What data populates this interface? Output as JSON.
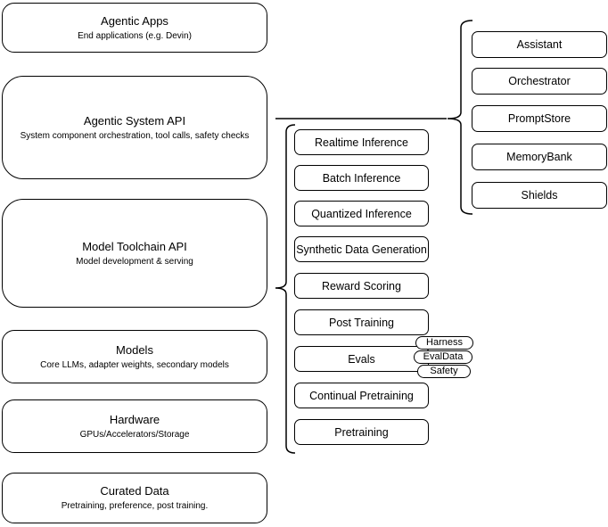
{
  "left_stack": [
    {
      "title": "Agentic Apps",
      "subtitle": "End applications (e.g. Devin)"
    },
    {
      "title": "Agentic System API",
      "subtitle": "System component orchestration, tool calls, safety checks"
    },
    {
      "title": "Model Toolchain API",
      "subtitle": "Model development & serving"
    },
    {
      "title": "Models",
      "subtitle": "Core LLMs, adapter weights, secondary models"
    },
    {
      "title": "Hardware",
      "subtitle": "GPUs/Accelerators/Storage"
    },
    {
      "title": "Curated Data",
      "subtitle": "Pretraining, preference, post training."
    }
  ],
  "toolchain": {
    "items": [
      "Realtime Inference",
      "Batch Inference",
      "Quantized Inference",
      "Synthetic Data Generation",
      "Reward Scoring",
      "Post Training",
      "Evals",
      "Continual Pretraining",
      "Pretraining"
    ]
  },
  "eval_tags": [
    "Harness",
    "EvalData",
    "Safety"
  ],
  "system_components": [
    "Assistant",
    "Orchestrator",
    "PromptStore",
    "MemoryBank",
    "Shields"
  ],
  "colors": {
    "stroke": "#000000",
    "fill": "#ffffff",
    "text": "#000000"
  }
}
